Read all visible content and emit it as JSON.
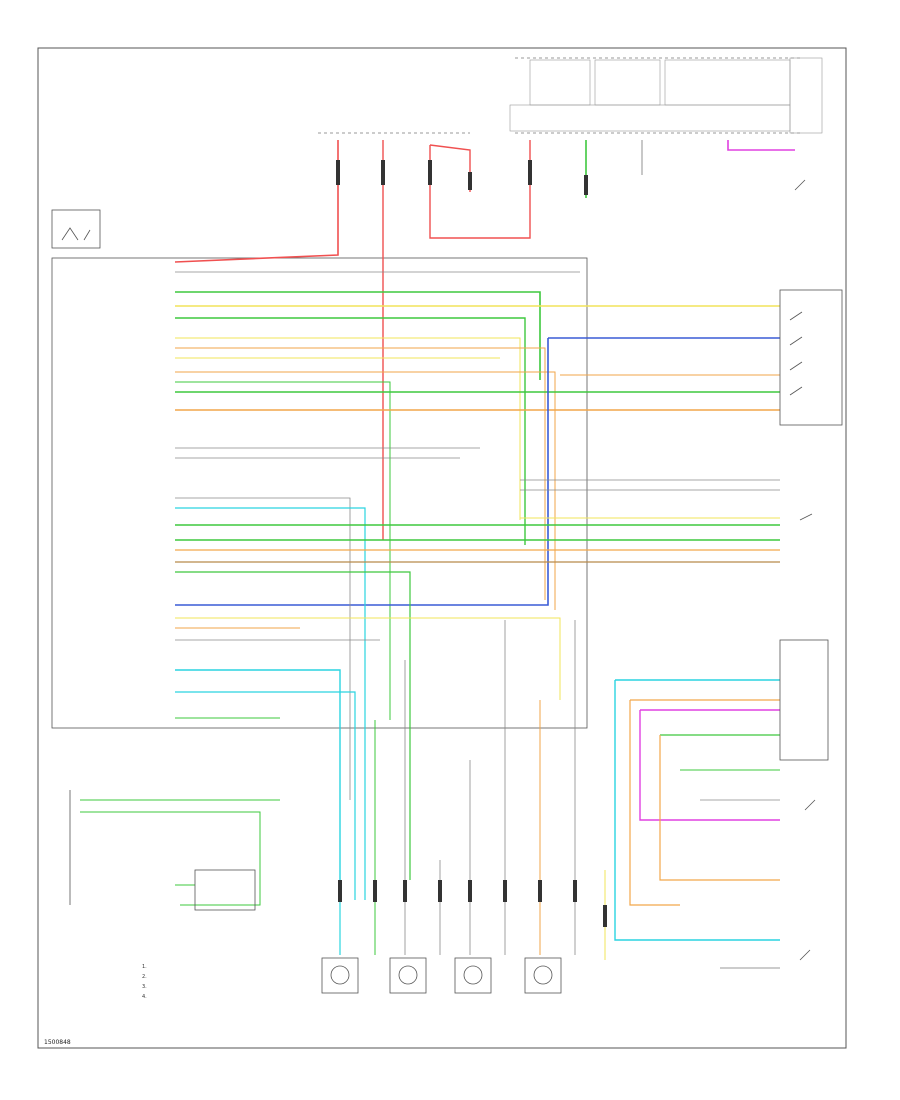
{
  "diagram_ref": "1500848",
  "colors": {
    "frame": "#555555",
    "red": "#f05050",
    "green": "#3ec83e",
    "yellow": "#f2e45a",
    "blue": "#3a5bd6",
    "orange": "#f2a64a",
    "cyan": "#2ad4e0",
    "magenta": "#e040e0",
    "gray": "#8a8a8a",
    "brown": "#b88a4a",
    "pink": "#f7a0a0"
  },
  "modules": [
    {
      "id": "ebcm",
      "icon": "ebcm-module-icon"
    },
    {
      "id": "left-front-sensor",
      "icon": "wheel-speed-sensor-icon"
    },
    {
      "id": "right-front-sensor",
      "icon": "wheel-speed-sensor-icon"
    },
    {
      "id": "left-rear-sensor",
      "icon": "wheel-speed-sensor-icon"
    },
    {
      "id": "right-rear-sensor",
      "icon": "wheel-speed-sensor-icon"
    },
    {
      "id": "yaw-rate-sensor",
      "icon": "sensor-box-icon"
    },
    {
      "id": "traction-control-switch",
      "icon": "switch-icon"
    }
  ],
  "legend_bullets": [
    "1.",
    "2.",
    "3.",
    "4."
  ]
}
